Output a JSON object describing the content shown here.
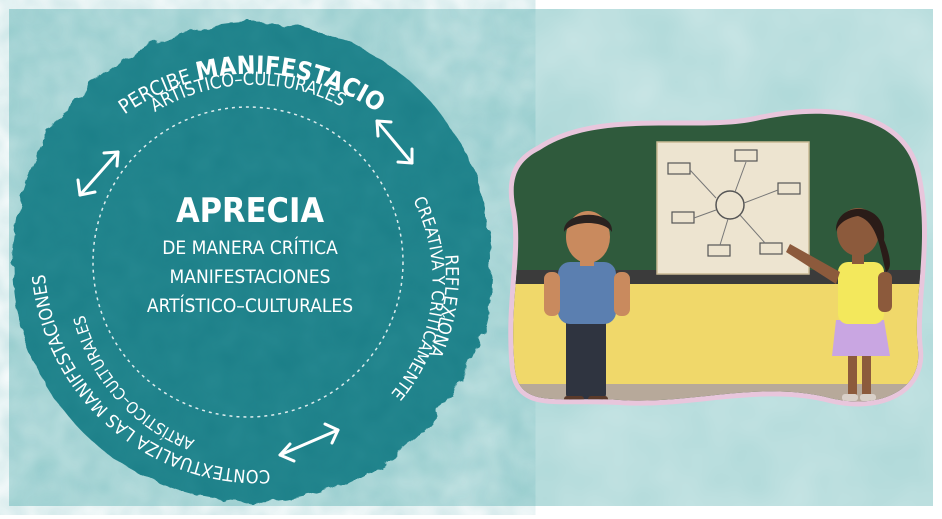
{
  "center": {
    "title": "APRECIA",
    "lines": [
      "DE MANERA CRÍTICA",
      "MANIFESTACIONES",
      "ARTÍSTICO–CULTURALES"
    ]
  },
  "ring": {
    "top_small": "PERCIBE",
    "top_bold": "MANIFESTACIONES",
    "top_second": "ARTÍSTICO–CULTURALES",
    "right_outer": "REFLEXIONA",
    "right_inner": "CREATIVA Y CRÍTICAMENTE",
    "bottom_outer": "CONTEXTUALIZA LAS MANIFESTACIONES",
    "bottom_inner": "ARTÍSTICO–CULTURALES"
  },
  "colors": {
    "background": "#a9d6d6",
    "disc": "#1b7f88",
    "disc_dark": "#136a73",
    "text": "#ffffff"
  },
  "illustration": {
    "description_icons": [
      "boy-figure",
      "girl-figure",
      "poster-board",
      "chalkboard"
    ]
  }
}
